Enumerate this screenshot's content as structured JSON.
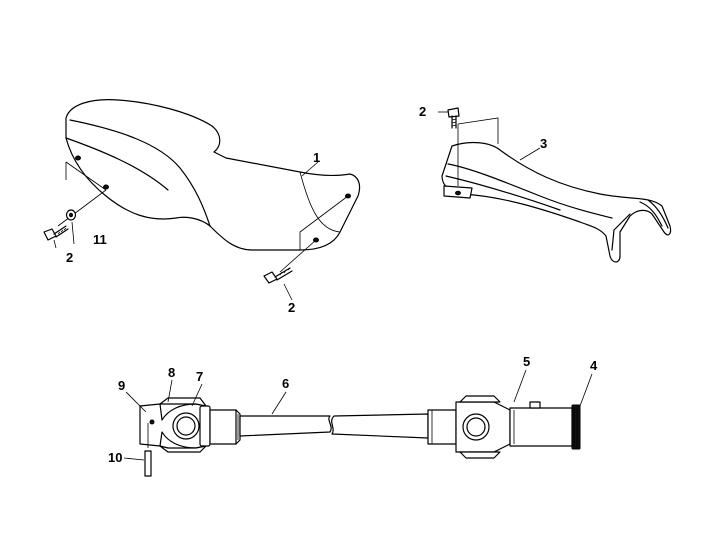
{
  "callouts": {
    "c1": "1",
    "c2a": "2",
    "c2b": "2",
    "c2c": "2",
    "c3": "3",
    "c4": "4",
    "c5": "5",
    "c6": "6",
    "c7": "7",
    "c8": "8",
    "c9": "9",
    "c10": "10",
    "c11": "11"
  }
}
